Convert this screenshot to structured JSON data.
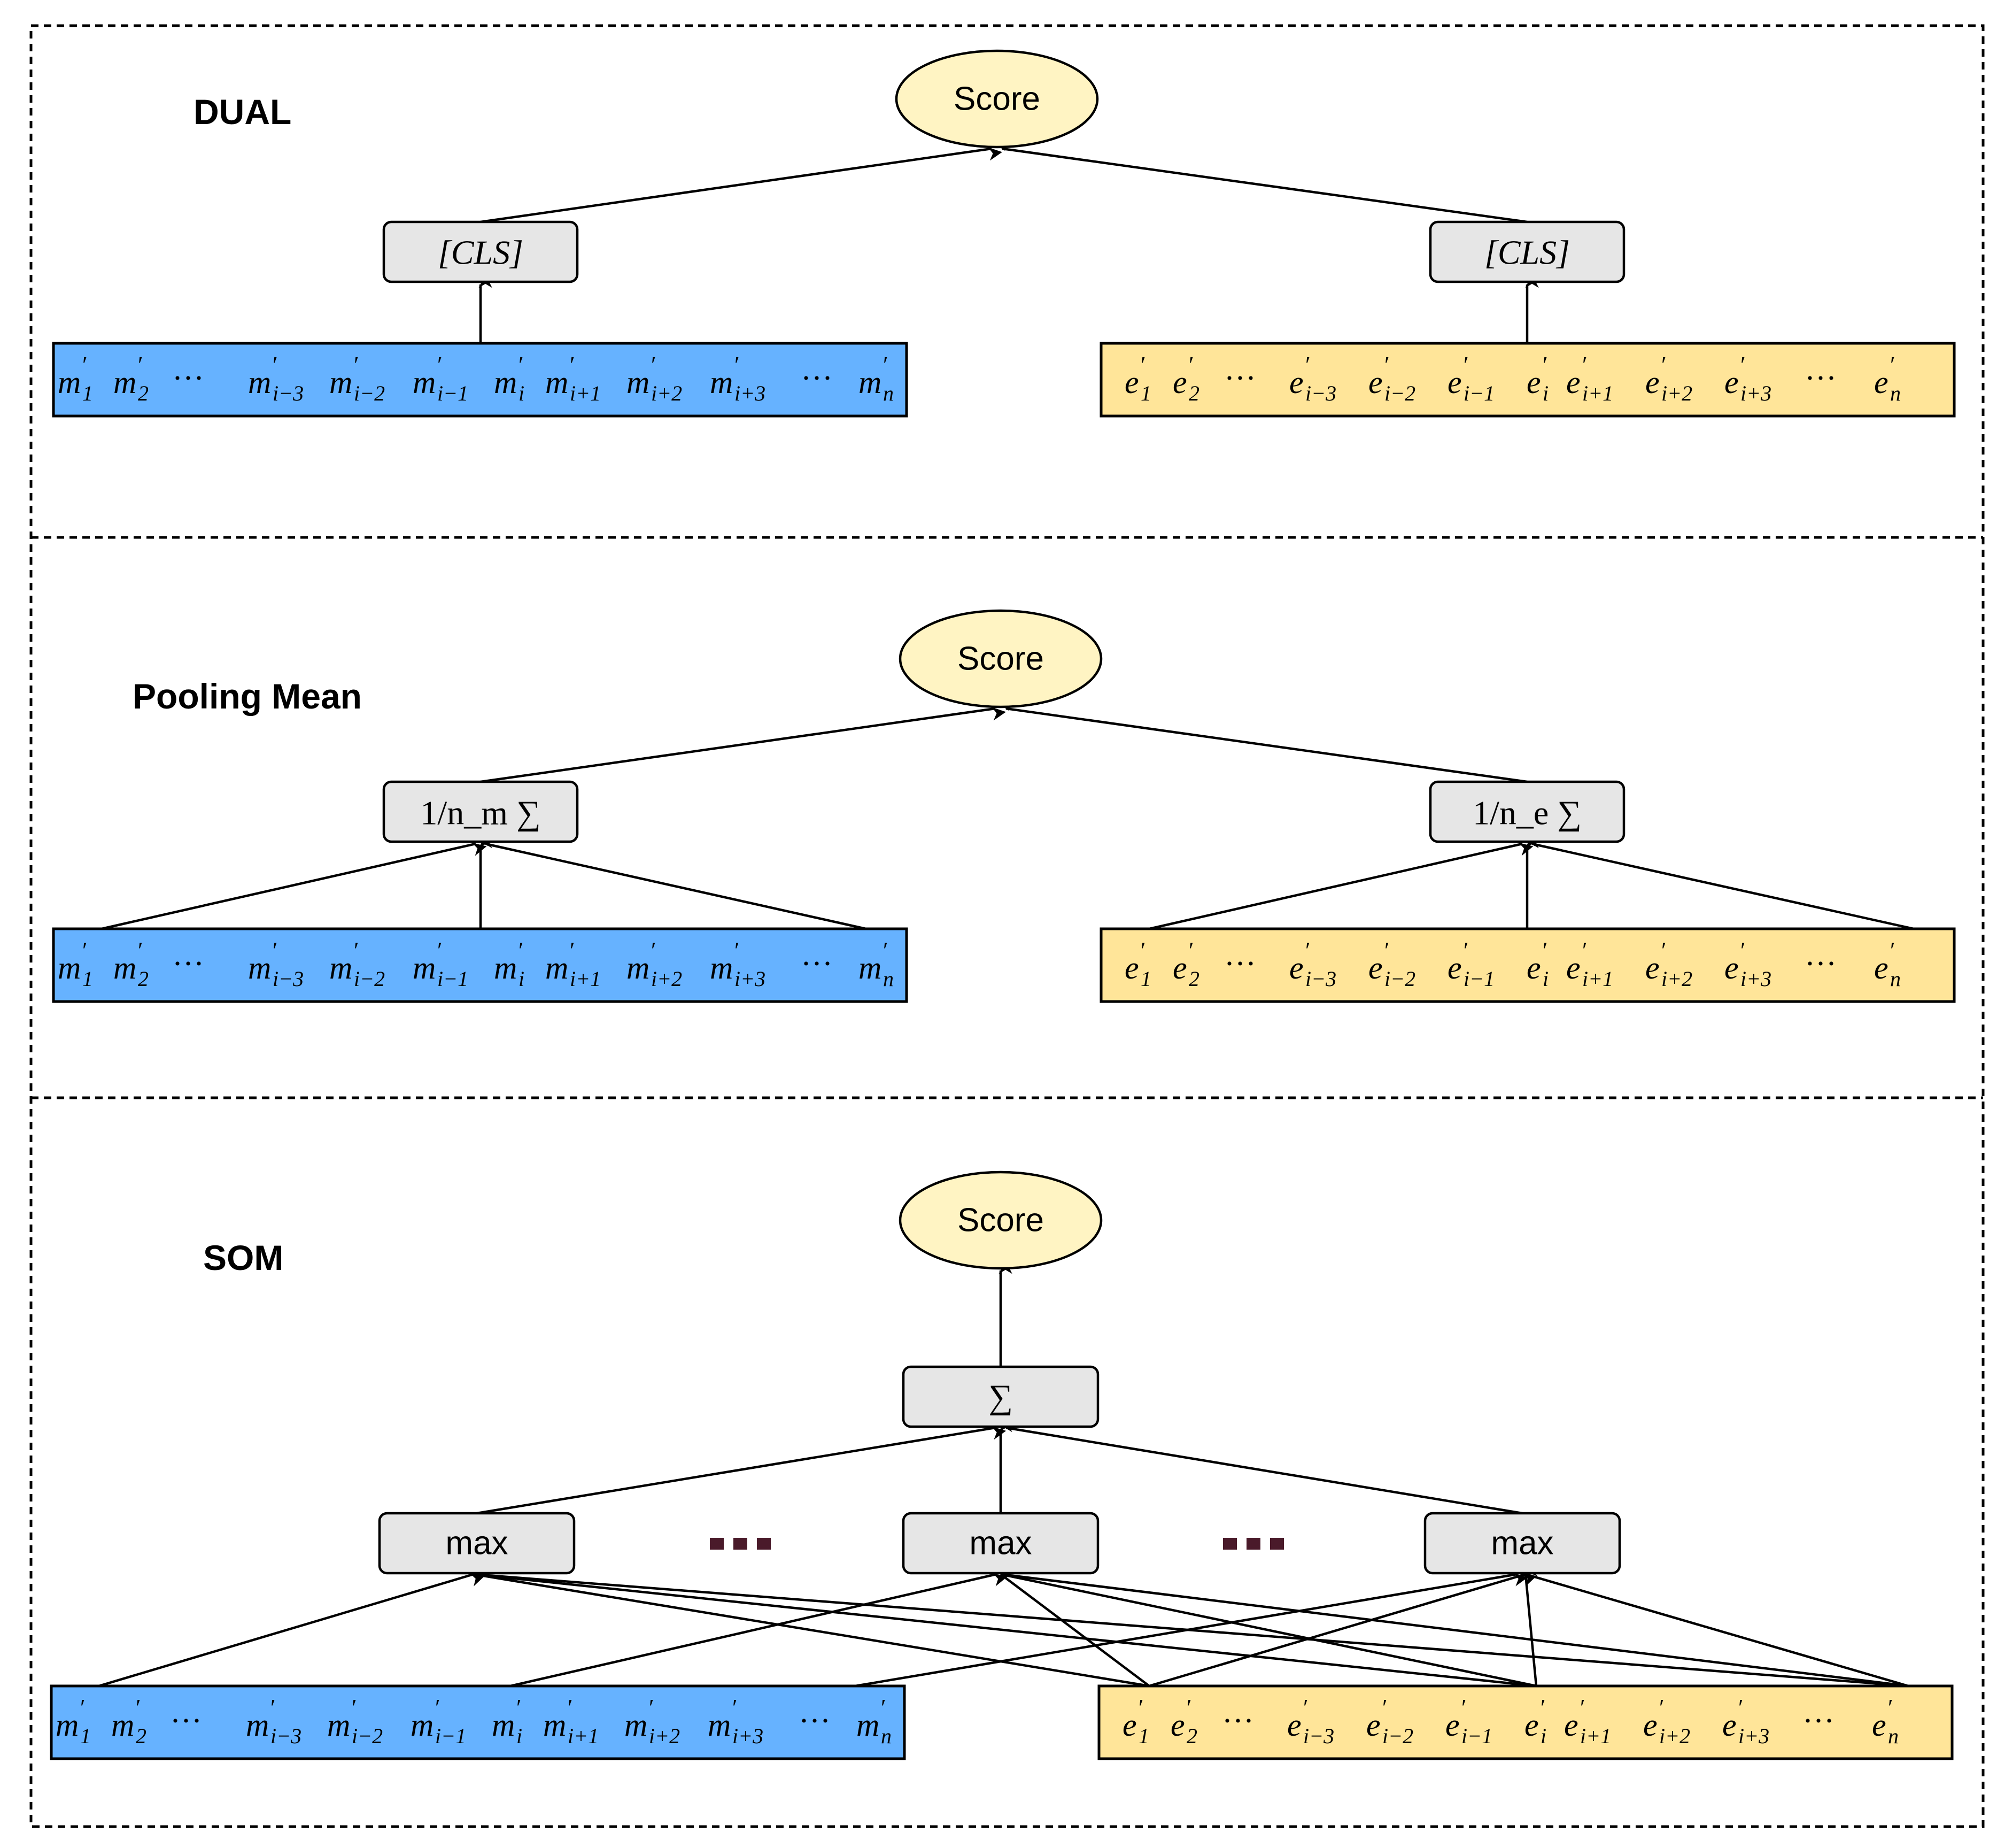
{
  "panels": [
    {
      "id": "dual",
      "title": "DUAL"
    },
    {
      "id": "pooling",
      "title": "Pooling Mean"
    },
    {
      "id": "som",
      "title": "SOM"
    }
  ],
  "score_label": "Score",
  "dual": {
    "cls_label": "[CLS]"
  },
  "pooling": {
    "mention_mean_label": "1/n_m ∑",
    "entity_mean_label": "1/n_e ∑"
  },
  "som": {
    "sum_label": "∑",
    "max_label": "max",
    "gap_indicator": "..."
  },
  "mention_tokens": [
    {
      "base": "m",
      "sub": "1"
    },
    {
      "base": "m",
      "sub": "2"
    },
    {
      "dots": "···"
    },
    {
      "base": "m",
      "sub": "i−3"
    },
    {
      "base": "m",
      "sub": "i−2"
    },
    {
      "base": "m",
      "sub": "i−1"
    },
    {
      "base": "m",
      "sub": "i"
    },
    {
      "base": "m",
      "sub": "i+1"
    },
    {
      "base": "m",
      "sub": "i+2"
    },
    {
      "base": "m",
      "sub": "i+3"
    },
    {
      "dots": "···"
    },
    {
      "base": "m",
      "sub": "n"
    }
  ],
  "entity_tokens": [
    {
      "base": "e",
      "sub": "1"
    },
    {
      "base": "e",
      "sub": "2"
    },
    {
      "dots": "···"
    },
    {
      "base": "e",
      "sub": "i−3"
    },
    {
      "base": "e",
      "sub": "i−2"
    },
    {
      "base": "e",
      "sub": "i−1"
    },
    {
      "base": "e",
      "sub": "i"
    },
    {
      "base": "e",
      "sub": "i+1"
    },
    {
      "base": "e",
      "sub": "i+2"
    },
    {
      "base": "e",
      "sub": "i+3"
    },
    {
      "dots": "···"
    },
    {
      "base": "e",
      "sub": "n"
    }
  ],
  "colors": {
    "mention_fill": "#66b2ff",
    "entity_fill": "#ffe599",
    "score_fill": "#fff4c3",
    "box_fill": "#e6e6e6",
    "ellipsis_color": "#4a1a2a"
  }
}
